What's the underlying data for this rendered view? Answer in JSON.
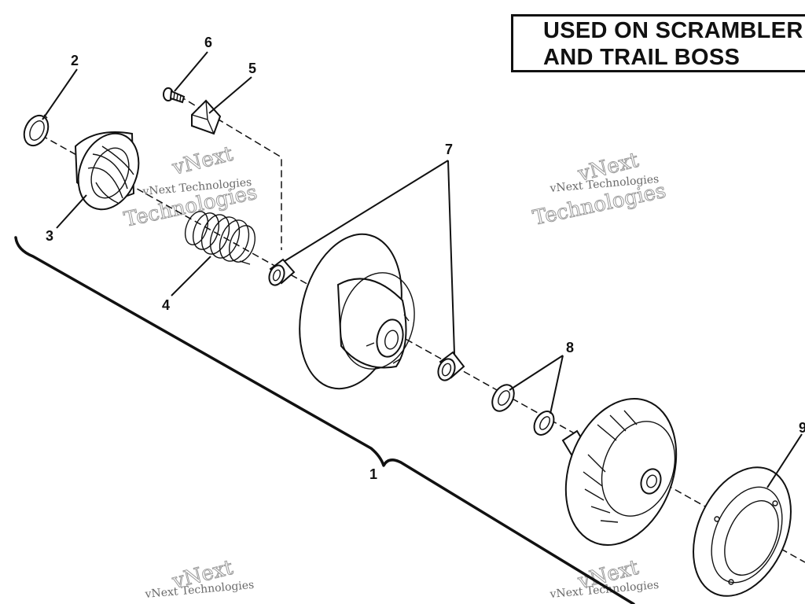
{
  "note": {
    "line1": "USED ON SCRAMBLER",
    "line2": "AND TRAIL BOSS"
  },
  "callouts": {
    "c1": "1",
    "c2": "2",
    "c3": "3",
    "c4": "4",
    "c5": "5",
    "c6": "6",
    "c7": "7",
    "c8": "8",
    "c9": "9"
  },
  "watermark": {
    "brand": "vNext",
    "company": "vNext Technologies",
    "word": "Technologies"
  }
}
